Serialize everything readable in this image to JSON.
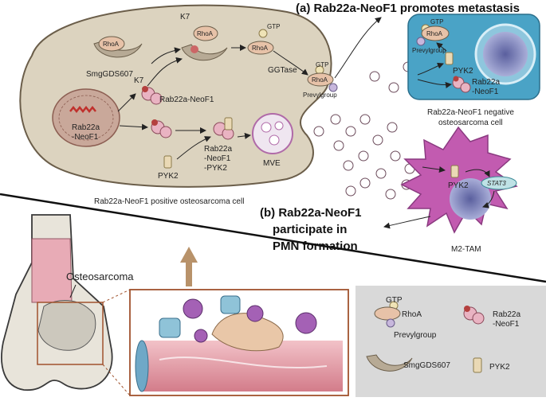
{
  "title_a": "(a) Rab22a-NeoF1 promotes metastasis",
  "title_b_lines": [
    "(b) Rab22a-NeoF1",
    "participate in",
    "PMN formation"
  ],
  "positive_cell": {
    "caption": "Rab22a-NeoF1 positive osteosarcoma cell",
    "nucleus_label": [
      "Rab22a",
      "-NeoF1"
    ],
    "smg_label": "SmgGDS607",
    "k7_top": "K7",
    "k7_mid": "K7",
    "rab_label": "Rab22a-NeoF1",
    "gtp_1": "GTP",
    "rhoa_1": "RhoA",
    "rhoa_smg": "RhoA",
    "rhoa_k7": "RhoA",
    "ggtase": "GGTase",
    "gtp_2": "GTP",
    "rhoa_2": "RhoA",
    "prevyl_1": "Prevylgroup",
    "pyk2": "PYK2",
    "complex_label": [
      "Rab22a",
      "-NeoF1",
      "-PYK2"
    ],
    "mve": "MVE"
  },
  "negative_cell": {
    "caption": [
      "Rab22a-NeoF1 negative",
      "osteosarcoma cell"
    ],
    "gtp": "GTP",
    "rhoa": "RhoA",
    "prevyl": "Prevylgroup",
    "pyk2": "PYK2",
    "rab": [
      "Rab22a",
      "-NeoF1"
    ]
  },
  "tam": {
    "caption": "M2-TAM",
    "pyk2": "PYK2",
    "stat3": "STAT3"
  },
  "bone": {
    "label": "Osteosarcoma"
  },
  "legend": {
    "gtp": "GTP",
    "rhoa": "RhoA",
    "prevyl": "Prevylgroup",
    "rab": [
      "Rab22a",
      "-NeoF1"
    ],
    "smg": "SmgGDS607",
    "pyk2": "PYK2"
  },
  "colors": {
    "tumor_cell": "#dcd3bf",
    "neg_cell": "#4aa3c6",
    "tam": "#c25bb0",
    "legend_bg": "#d9d9d9",
    "inset_border": "#a0522d",
    "bone": "#e8e4da"
  }
}
